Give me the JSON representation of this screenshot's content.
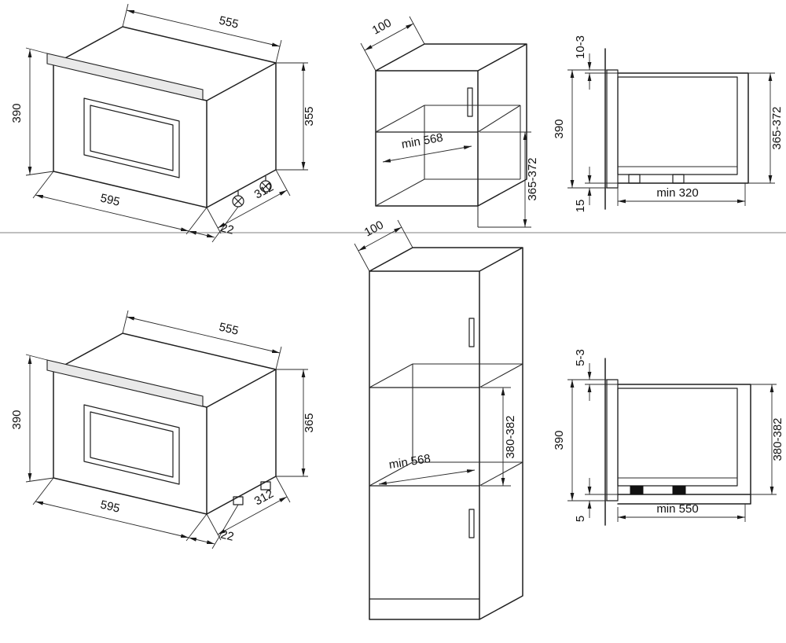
{
  "diagram": {
    "colors": {
      "line": "#1f1f1f",
      "background": "#ffffff"
    },
    "top_left": {
      "top_width": "555",
      "front_height": "390",
      "side_height": "355",
      "bottom_width": "595",
      "side_depth": "312",
      "foot_offset": "22"
    },
    "top_middle": {
      "top_depth": "100",
      "niche_width": "min 568",
      "niche_height": "365-372"
    },
    "top_right": {
      "top_gap": "10-3",
      "front_height": "390",
      "niche_height": "365-372",
      "bottom_gap": "15",
      "min_depth": "min 320"
    },
    "bottom_left": {
      "top_width": "555",
      "front_height": "390",
      "side_height": "365",
      "bottom_width": "595",
      "side_depth": "312",
      "foot_offset": "22"
    },
    "bottom_middle": {
      "top_depth": "100",
      "niche_width": "min 568",
      "niche_height": "380-382"
    },
    "bottom_right": {
      "top_gap": "5-3",
      "front_height": "390",
      "niche_height": "380-382",
      "bottom_gap": "5",
      "min_depth": "min 550"
    }
  }
}
